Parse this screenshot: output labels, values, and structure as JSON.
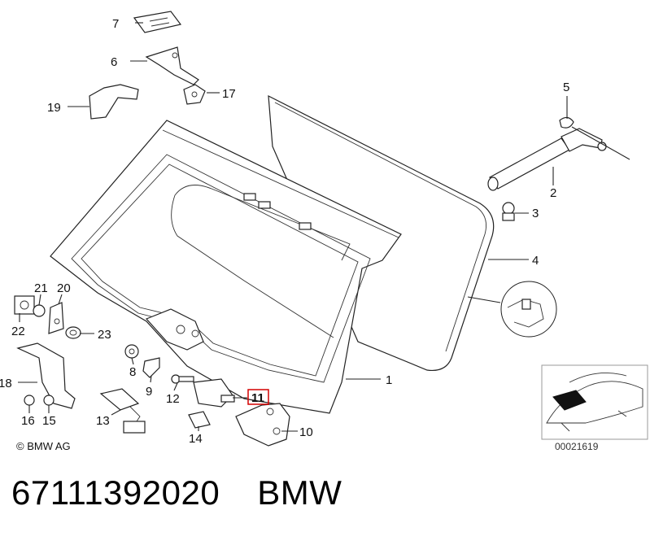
{
  "callouts": [
    {
      "id": "1",
      "text": "1"
    },
    {
      "id": "2",
      "text": "2"
    },
    {
      "id": "3",
      "text": "3"
    },
    {
      "id": "4",
      "text": "4"
    },
    {
      "id": "5",
      "text": "5"
    },
    {
      "id": "6",
      "text": "6"
    },
    {
      "id": "7",
      "text": "7"
    },
    {
      "id": "8",
      "text": "8"
    },
    {
      "id": "9",
      "text": "9"
    },
    {
      "id": "10",
      "text": "10"
    },
    {
      "id": "11",
      "text": "11",
      "highlighted": true
    },
    {
      "id": "12",
      "text": "12"
    },
    {
      "id": "13",
      "text": "13"
    },
    {
      "id": "14",
      "text": "14"
    },
    {
      "id": "15",
      "text": "15"
    },
    {
      "id": "16",
      "text": "16"
    },
    {
      "id": "17",
      "text": "17"
    },
    {
      "id": "18",
      "text": "18"
    },
    {
      "id": "19",
      "text": "19"
    },
    {
      "id": "20",
      "text": "20"
    },
    {
      "id": "21",
      "text": "21"
    },
    {
      "id": "22",
      "text": "22"
    },
    {
      "id": "23",
      "text": "23"
    }
  ],
  "copyright": "© BMW AG",
  "diagram_ref": "00021619",
  "part_number": "67111392020",
  "brand": "BMW",
  "colors": {
    "highlight_box": "#d40000",
    "ink": "#222222"
  }
}
